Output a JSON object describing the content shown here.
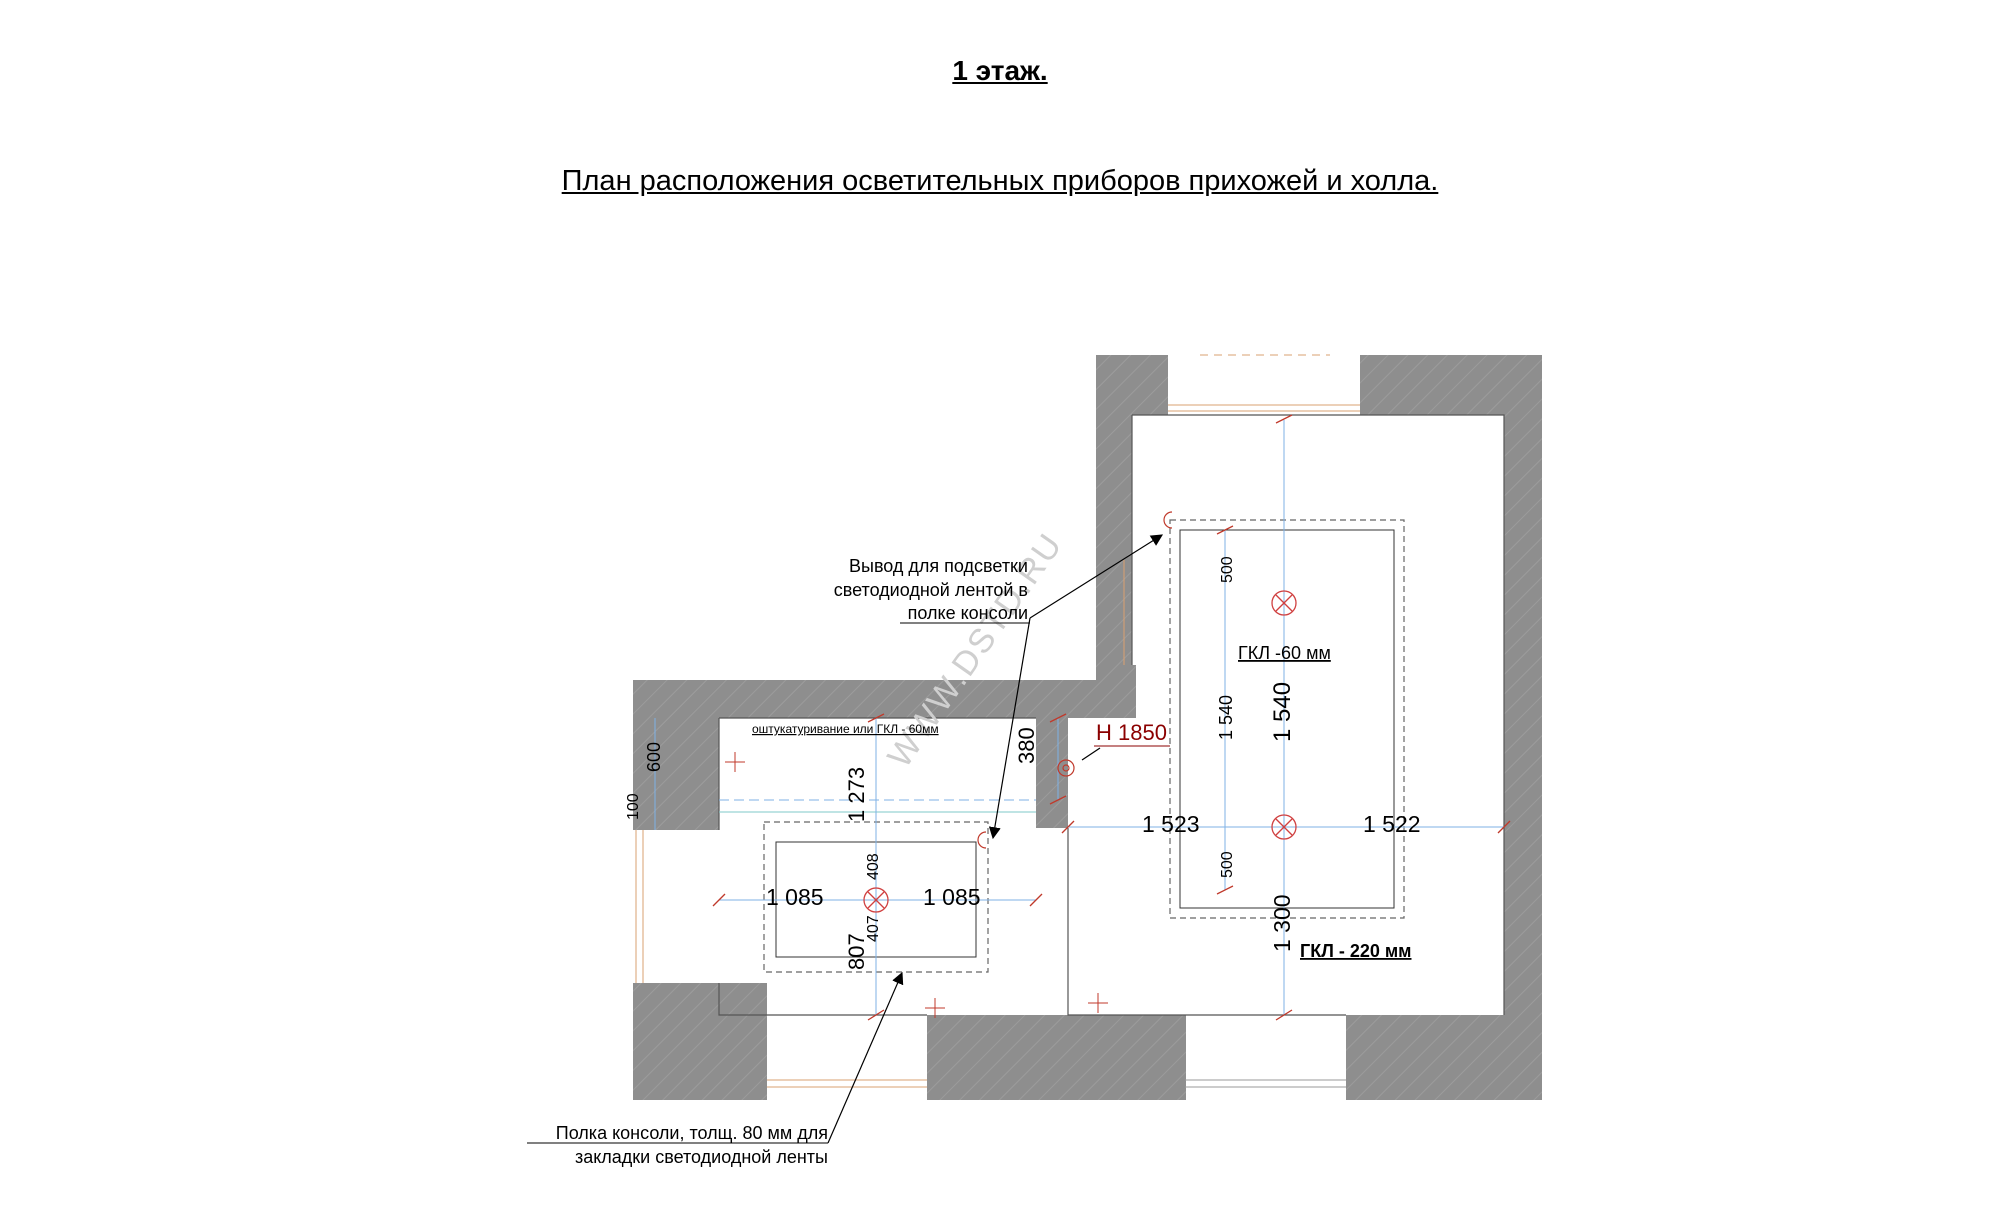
{
  "header": {
    "floor_title": "1 этаж.",
    "plan_title": "План расположения осветительных приборов  прихожей и холла."
  },
  "watermark": "WWW.DSTD.RU",
  "annotations": {
    "led_outlet": [
      "Вывод  для подсветки",
      "светодиодной лентой в",
      "полке консоли"
    ],
    "console_shelf": [
      "Полка консоли, толщ. 80 мм для",
      "закладки светодиодной ленты"
    ],
    "plaster_note": "оштукатуривание или ГКЛ - 60мм",
    "gkl_60": "ГКЛ -60 мм",
    "gkl_220": "ГКЛ - 220 мм",
    "height_mark": "H 1850"
  },
  "dimensions": {
    "d600": "600",
    "d100": "100",
    "d1273": "1 273",
    "d380": "380",
    "d1085_left": "1 085",
    "d1085_right": "1 085",
    "d408": "408",
    "d407": "407",
    "d807": "807",
    "d500_top": "500",
    "d1540_inner": "1 540",
    "d1540_outer": "1 540",
    "d1523": "1 523",
    "d1522": "1 522",
    "d500_bottom": "500",
    "d1300": "1 300"
  },
  "colors": {
    "wall": "#8c8c8c",
    "outline": "#555555",
    "dim_line": "#7fb2e6",
    "tick": "#c0392b",
    "height_mark": "#8b0000",
    "fixture": "#d04040"
  }
}
